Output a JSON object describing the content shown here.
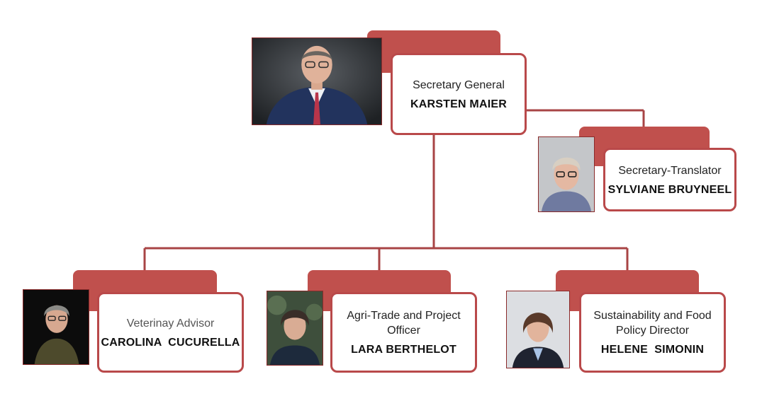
{
  "colors": {
    "accent": "#c0504d",
    "border": "#b9494a",
    "connector": "#a84445"
  },
  "chart": {
    "top": {
      "role": "Secretary General",
      "name": "KARSTEN MAIER",
      "photo_icon": "portrait-photo"
    },
    "assistant": {
      "role": "Secretary-Translator",
      "name": "SYLVIANE BRUYNEEL",
      "photo_icon": "portrait-photo"
    },
    "staff": [
      {
        "role": "Veterinay Advisor",
        "name": "CAROLINA  CUCURELLA",
        "photo_icon": "portrait-photo"
      },
      {
        "role": "Agri-Trade and Project Officer",
        "name": "LARA BERTHELOT",
        "photo_icon": "portrait-photo"
      },
      {
        "role": "Sustainability and Food Policy Director",
        "name": "HELENE  SIMONIN",
        "photo_icon": "portrait-photo"
      }
    ]
  }
}
